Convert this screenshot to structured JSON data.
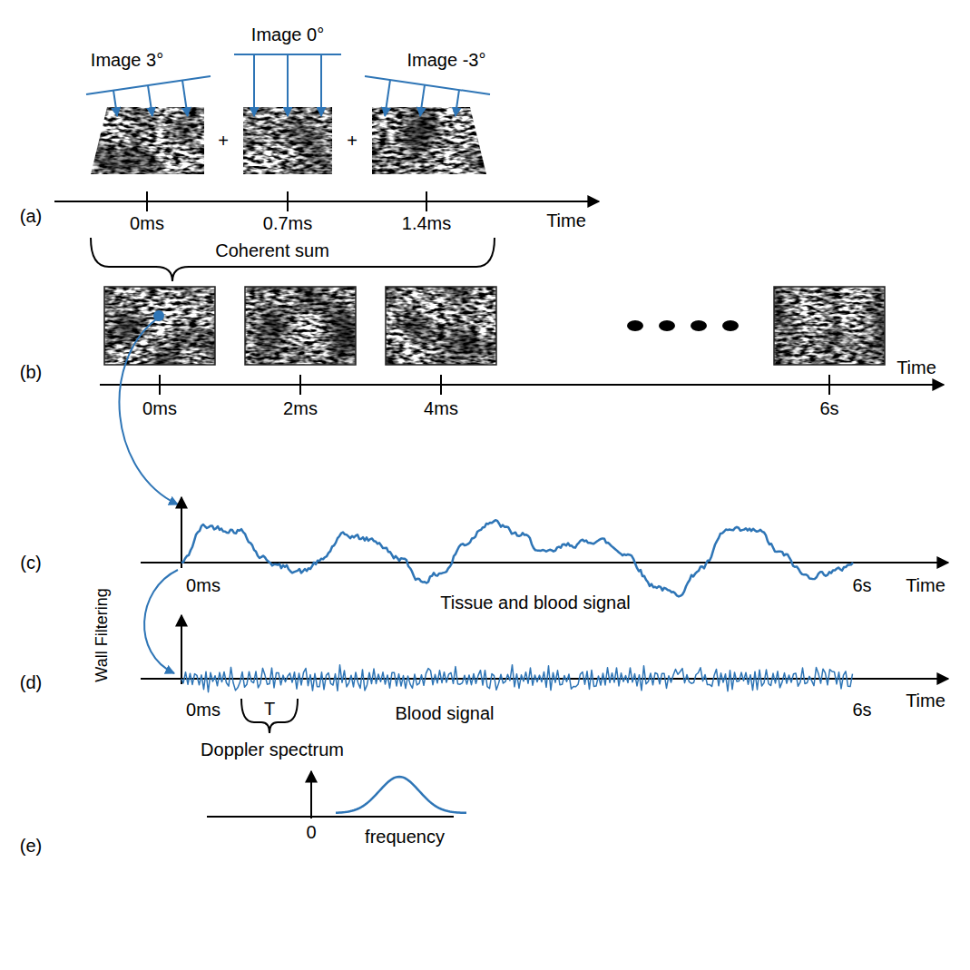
{
  "diagram": {
    "labels": [
      "Image 0°",
      "Image 3°",
      "Image -3°",
      "(a)",
      "+",
      "+",
      "0ms",
      "0.7ms",
      "1.4ms",
      "Time",
      "Coherent sum",
      "(b)",
      "0ms",
      "2ms",
      "4ms",
      "6s",
      "Time",
      "(c)",
      "0ms",
      "6s",
      "Time",
      "Tissue and blood signal",
      "Wall Filtering",
      "(d)",
      "0ms",
      "6s",
      "Time",
      "Blood signal",
      "T",
      "Doppler spectrum",
      "(e)",
      "0",
      "frequency"
    ]
  }
}
